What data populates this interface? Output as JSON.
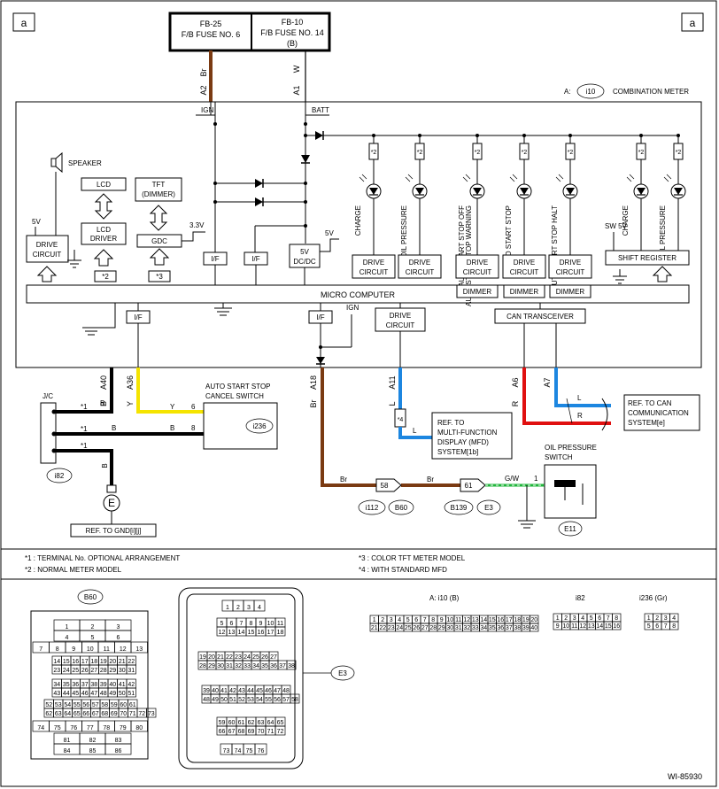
{
  "diagram": {
    "corner_label": "a",
    "fuses": [
      {
        "line1": "FB-25",
        "line2": "F/B FUSE NO. 6",
        "line3": ""
      },
      {
        "line1": "FB-10",
        "line2": "F/B FUSE NO. 14",
        "line3": "(B)"
      }
    ],
    "top_wires": [
      {
        "color": "Br",
        "pin": "A2"
      },
      {
        "color": "W",
        "pin": "A1"
      }
    ],
    "meter": {
      "prefix": "A:",
      "connector": "i10",
      "name": "COMBINATION METER",
      "ign": "IGN",
      "batt": "BATT",
      "speaker": "SPEAKER",
      "v5": "5V",
      "v33": "3.3V",
      "drive_circuit": "DRIVE CIRCUIT",
      "lcd": "LCD",
      "lcd_driver": "LCD DRIVER",
      "tft": "TFT (DIMMER)",
      "gdc": "GDC",
      "if": "I/F",
      "dcdc": "5V DC/DC",
      "micro": "MICRO COMPUTER",
      "dimmer": "DIMMER",
      "shift_register": "SHIFT REGISTER",
      "sw5v": "SW 5V",
      "can_transceiver": "CAN TRANSCEIVER",
      "note2": "*2",
      "note3": "*3",
      "mark": "*2",
      "mark3": "*3",
      "lamps": [
        "CHARGE",
        "OIL PRESSURE",
        "AUTO START STOP OFF",
        "AUTO START STOP WARNING",
        "AUTO START STOP",
        "AUTO START STOP HALT",
        "CHARGE",
        "OIL PRESSURE"
      ]
    },
    "bottom_pins": [
      {
        "pin": "A40",
        "color": "B"
      },
      {
        "pin": "A36",
        "color": "Y"
      },
      {
        "pin": "A18",
        "color": "Br"
      },
      {
        "pin": "A11",
        "color": "L"
      },
      {
        "pin": "A6",
        "color": "R"
      },
      {
        "pin": "A7",
        "color": "L"
      }
    ],
    "jc": "J/C",
    "i82": "i82",
    "cancel_switch": {
      "line1": "AUTO START STOP",
      "line2": "CANCEL SWITCH",
      "connector": "i236",
      "pin6": "6",
      "pin8": "8",
      "wire_y": "Y",
      "wire_b": "B"
    },
    "ground": {
      "symbol": "E",
      "ref": "REF. TO GND[i][j]"
    },
    "mfd_ref": {
      "line1": "REF. TO",
      "line2": "MULTI-FUNCTION",
      "line3": "DISPLAY (MFD)",
      "line4": "SYSTEM[1b]",
      "mark": "*4",
      "wire": "L"
    },
    "can_ref": {
      "line1": "REF. TO CAN",
      "line2": "COMMUNICATION",
      "line3": "SYSTEM[e]",
      "wire_l": "L",
      "wire_r": "R"
    },
    "oil_switch": {
      "line1": "OIL PRESSURE",
      "line2": "SWITCH",
      "connector": "E11",
      "pin": "1",
      "wire": "G/W"
    },
    "joints": [
      {
        "pin": "58",
        "c1": "i112",
        "c2": "B60"
      },
      {
        "pin": "61",
        "c1": "B139",
        "c2": "E3"
      }
    ],
    "wire_br": "Br",
    "star1": "*1"
  },
  "notes": [
    "*1 : TERMINAL No. OPTIONAL ARRANGEMENT",
    "*2 : NORMAL METER MODEL",
    "*3 : COLOR TFT METER MODEL",
    "*4 : WITH STANDARD MFD"
  ],
  "connectors": {
    "b60": "B60",
    "e3": "E3",
    "i10": "A: i10 (B)",
    "i82": "i82",
    "i236": "i236 (Gr)"
  },
  "footer_code": "WI-85930"
}
